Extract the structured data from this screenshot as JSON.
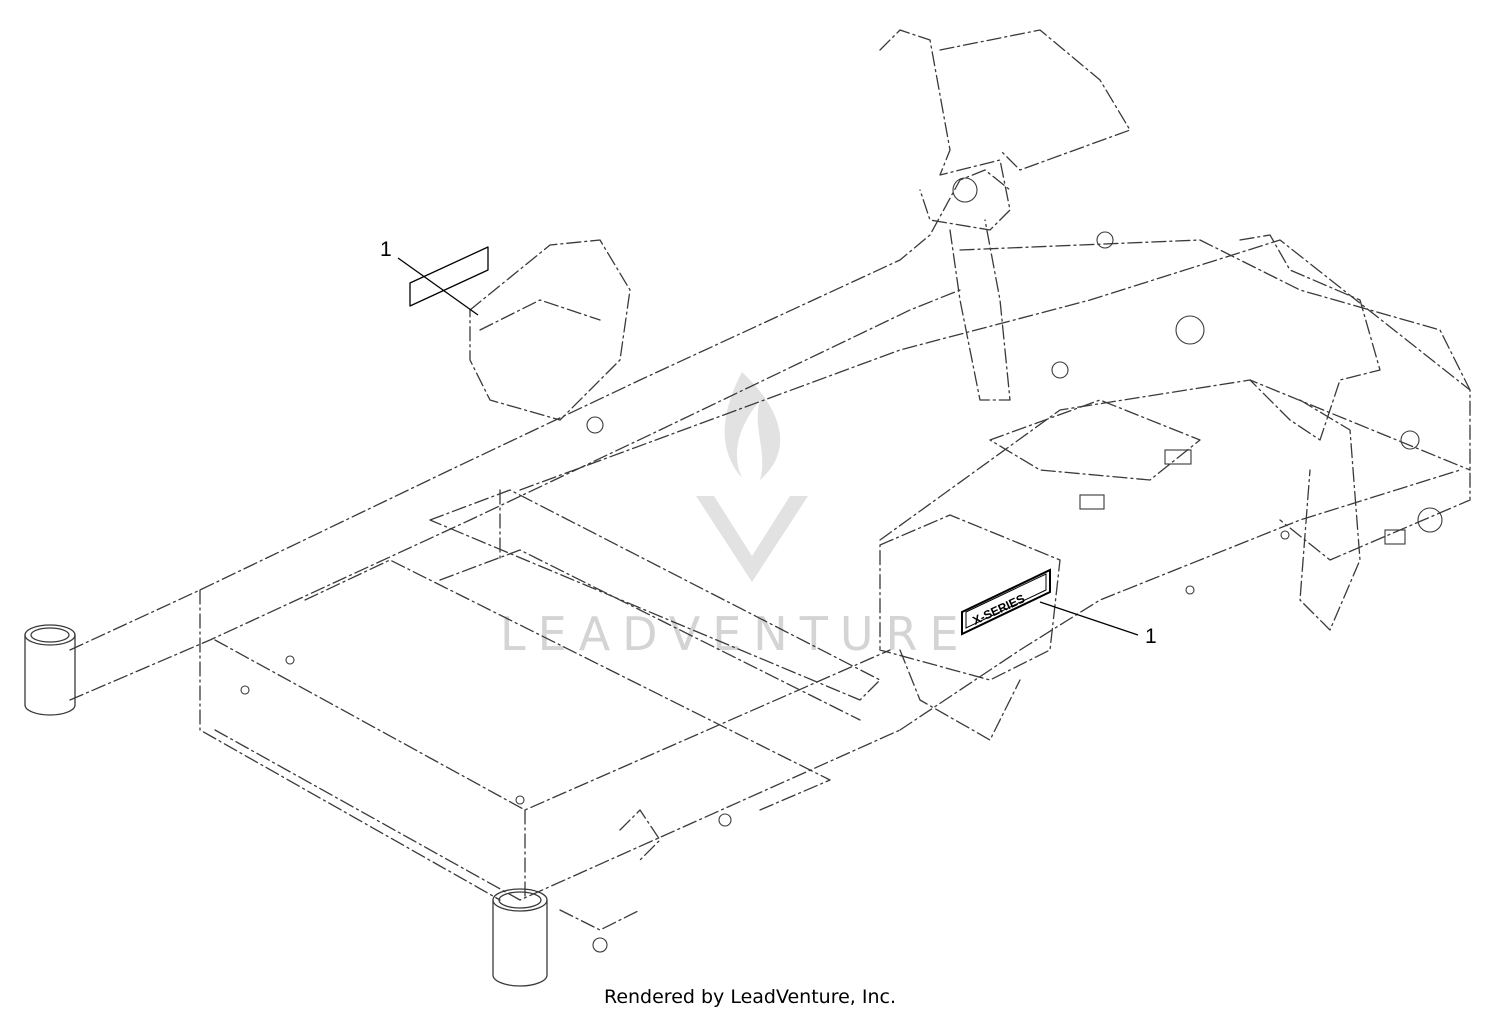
{
  "diagram": {
    "callouts": [
      "1",
      "1"
    ],
    "decal_badge_text": "X-SERIES",
    "watermark": "LEADVENTURE"
  },
  "footer": {
    "credit": "Rendered by LeadVenture, Inc."
  }
}
